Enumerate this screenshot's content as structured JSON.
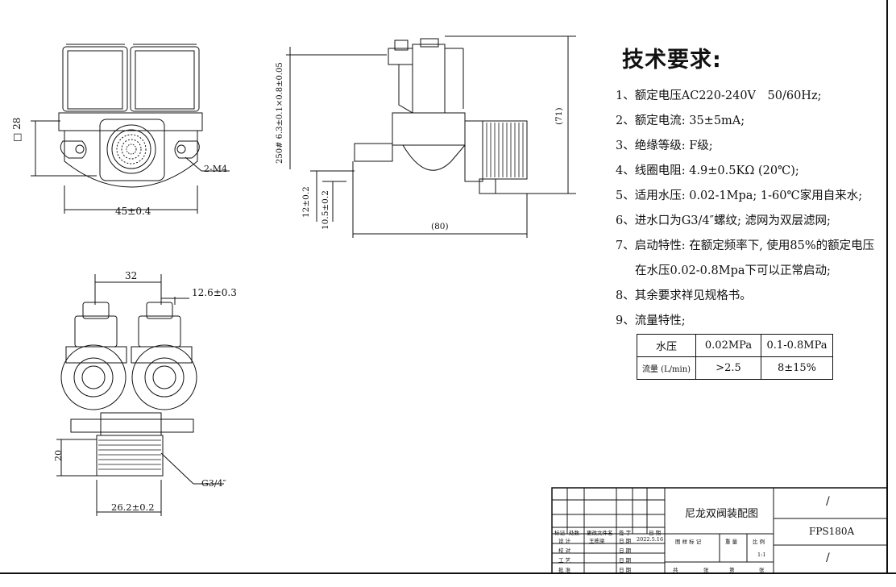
{
  "requirements": {
    "title": "技术要求:",
    "items": [
      "1、额定电压AC220-240V　50/60Hz;",
      "2、额定电流: 35±5mA;",
      "3、绝缘等级: F级;",
      "4、线圈电阻: 4.9±0.5KΩ (20℃);",
      "5、适用水压: 0.02-1Mpa; 1-60℃家用自来水;",
      "6、进水口为G3/4″螺纹; 滤网为双层滤网;",
      "7、启动特性: 在额定频率下, 使用85%的额定电压",
      "在水压0.02-0.8Mpa下可以正常启动;",
      "8、其余要求祥见规格书。",
      "9、流量特性;"
    ]
  },
  "flow_table": {
    "header": [
      "水压",
      "0.02MPa",
      "0.1-0.8MPa"
    ],
    "row": [
      "流量 (L/min)",
      ">2.5",
      "8±15%"
    ]
  },
  "dimensions": {
    "top_width": "45±0.4",
    "left_square": "□ 28",
    "screw": "2-M4",
    "vertical_1": "250# 6.3±0.1×0.8±0.05",
    "vertical_2": "12±0.2",
    "vertical_3": "10.5±0.2",
    "side_height": "(71)",
    "side_width": "(80)",
    "pitch": "32",
    "terminal": "12.6±0.3",
    "height_20": "20",
    "thread": "G3/4″",
    "thread_width": "26.2±0.2"
  },
  "title_block": {
    "name": "尼龙双阀装配图",
    "code": "FPS180A",
    "slash_top": "/",
    "slash_bottom": "/",
    "hdr_labels": [
      "标记",
      "处数",
      "更改文件名",
      "签 字",
      "日 期"
    ],
    "designer_label": "设 计",
    "designer": "王栋梁",
    "date_label": "日 期",
    "date": "2022.5.16",
    "check_label": "校 对",
    "process_label": "工 艺",
    "approve_label": "批 准",
    "stage_label": "图 样 标 记",
    "weight_label": "重 量",
    "scale_label": "比 例",
    "scale": "1:1",
    "total_label": "共",
    "sheet_label": "张",
    "page_label": "第",
    "page_sheet_label": "张"
  }
}
